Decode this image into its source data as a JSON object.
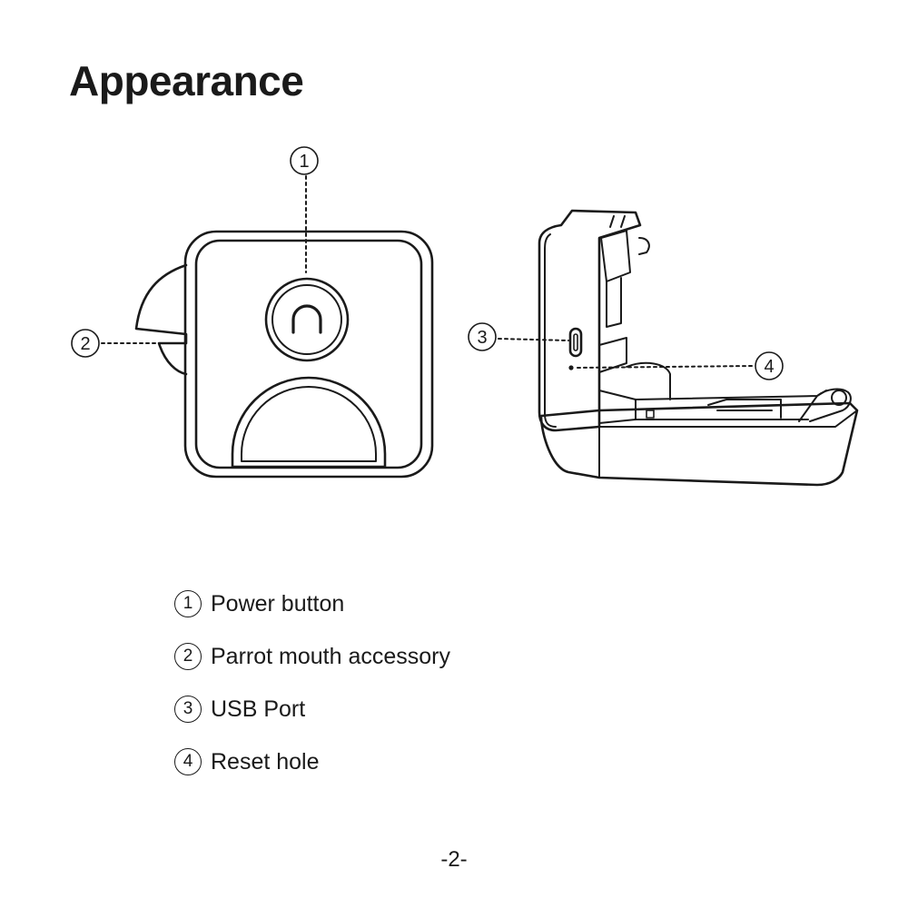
{
  "title": "Appearance",
  "callouts": [
    {
      "number": "1",
      "label": "Power button"
    },
    {
      "number": "2",
      "label": "Parrot mouth accessory"
    },
    {
      "number": "3",
      "label": "USB Port"
    },
    {
      "number": "4",
      "label": "Reset hole"
    }
  ],
  "page_number": "-2-"
}
